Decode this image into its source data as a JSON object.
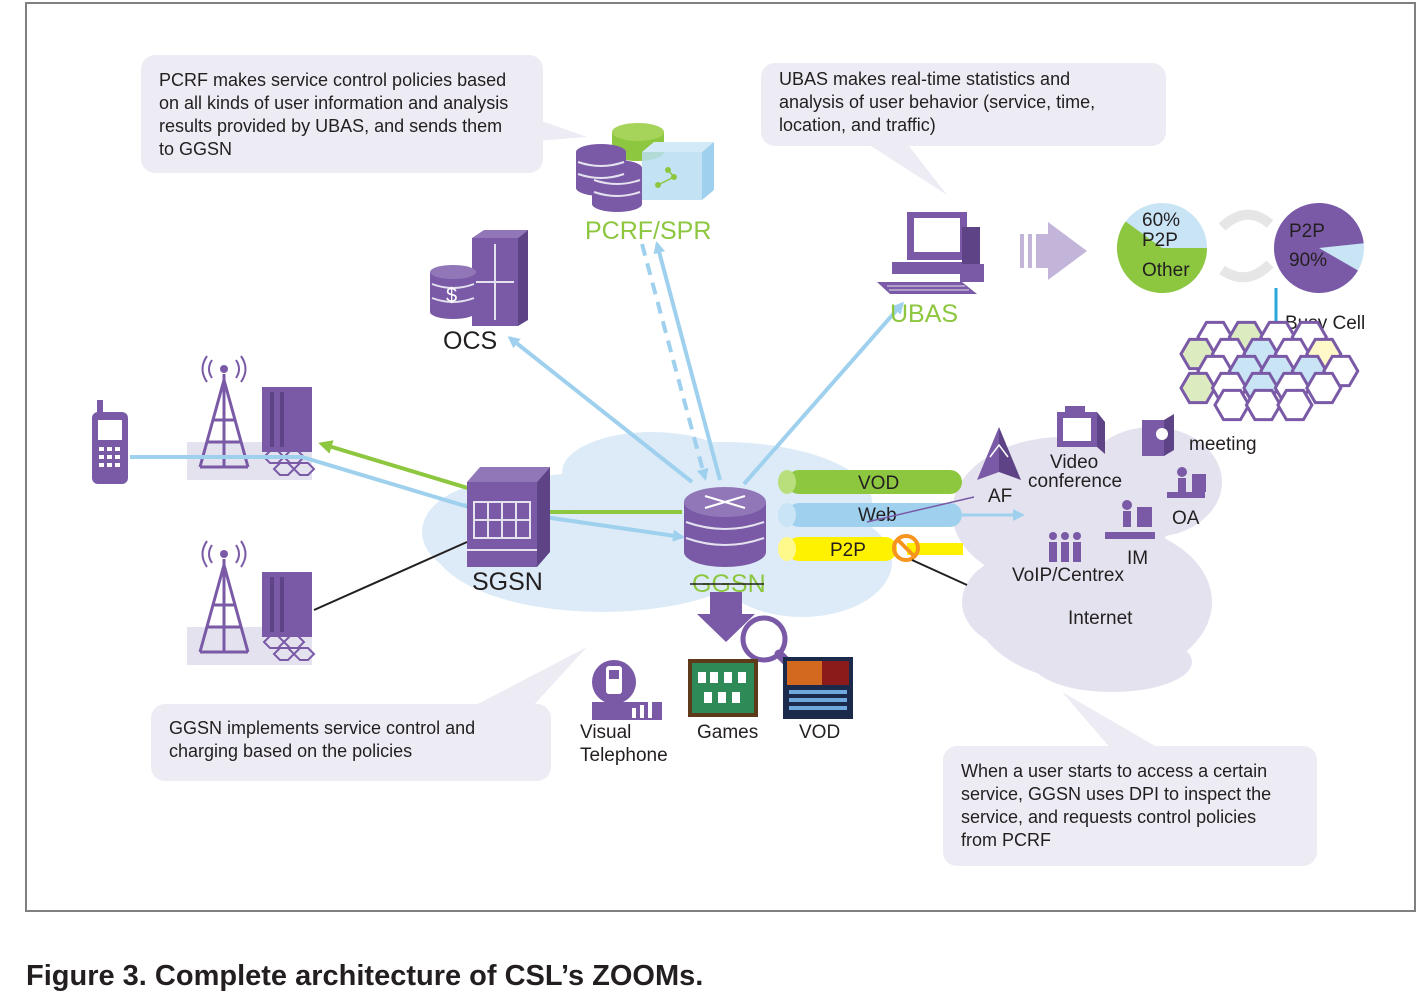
{
  "notes": {
    "pcrf": [
      "PCRF makes service control policies based",
      "on all kinds of user information and analysis",
      "results provided by UBAS, and sends them",
      "to GGSN"
    ],
    "ubas": [
      "UBAS makes real-time statistics and",
      "analysis of user behavior (service, time,",
      "location, and traffic)"
    ],
    "ggsn": [
      "GGSN implements service control and",
      "charging based on the policies"
    ],
    "dpi": [
      "When a user starts to access a certain",
      "service, GGSN uses DPI to inspect the",
      "service, and requests control policies",
      "from PCRF"
    ]
  },
  "nodes": {
    "pcrf": "PCRF/SPR",
    "ocs": "OCS",
    "ubas": "UBAS",
    "sgsn": "SGSN",
    "ggsn": "GGSN"
  },
  "pipes": [
    "VOD",
    "Web",
    "P2P"
  ],
  "pies": {
    "left": {
      "pct": "60%",
      "name": "P2P",
      "other": "Other",
      "share": 0.6
    },
    "right": {
      "name": "P2P",
      "pct": "90%",
      "share": 0.9
    }
  },
  "busy_cell": "Busy Cell",
  "internet": {
    "label": "Internet",
    "af": "AF",
    "video": [
      "Video",
      "conference"
    ],
    "meeting": "meeting",
    "oa": "OA",
    "im": "IM",
    "voip": "VoIP/Centrex"
  },
  "services": {
    "visual": [
      "Visual",
      "Telephone"
    ],
    "games": "Games",
    "vod": "VOD"
  },
  "colors": {
    "purple": "#7a5aa6",
    "green": "#8dc63f",
    "light_blue": "#9fd1ee",
    "yellow": "#fff200",
    "cloud": "#dcebf7",
    "note_bg": "#edebf3"
  },
  "caption": "Figure 3. Complete architecture of CSL’s ZOOMs."
}
